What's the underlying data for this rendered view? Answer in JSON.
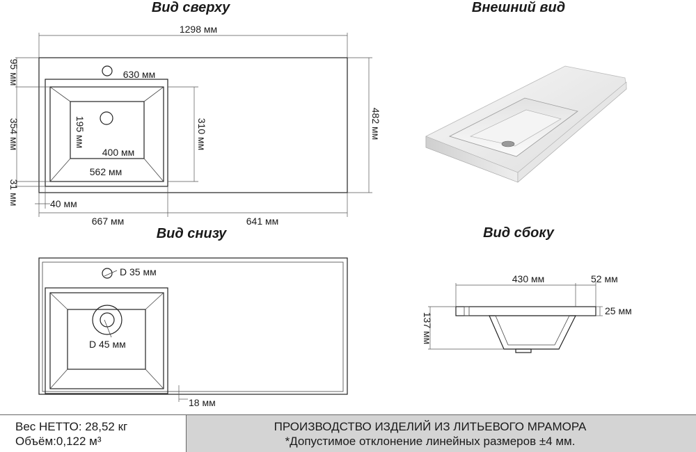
{
  "titles": {
    "top_view": "Вид сверху",
    "exterior_view": "Внешний вид",
    "bottom_view": "Вид снизу",
    "side_view": "Вид сбоку"
  },
  "top_view_dims": {
    "overall_length": "1298 мм",
    "depth": "482 мм",
    "bowl_width": "630 мм",
    "bowl_depth": "310 мм",
    "inner_depth": "195 мм",
    "inner_width": "400 мм",
    "bottom_width": "562 мм",
    "left_edge": "95 мм",
    "center_block": "354 мм",
    "bottom_edge": "31 мм",
    "side_offset": "40 мм",
    "left_section": "667 мм",
    "right_section": "641 мм"
  },
  "bottom_view_dims": {
    "overflow_diameter": "D 35 мм",
    "drain_diameter": "D 45 мм",
    "rim": "18 мм"
  },
  "side_view_dims": {
    "length": "430 мм",
    "rim_width": "52 мм",
    "thickness": "25 мм",
    "height": "137 мм"
  },
  "footer": {
    "weight": "Вес НЕТТО: 28,52 кг",
    "volume": "Объём:0,122 м³",
    "production": "ПРОИЗВОДСТВО ИЗДЕЛИЙ ИЗ ЛИТЬЕВОГО МРАМОРА",
    "tolerance": "*Допустимое отклонение линейных размеров ±4 мм."
  },
  "colors": {
    "footer_right_bg": "#d4d4d4",
    "line": "#222222"
  }
}
